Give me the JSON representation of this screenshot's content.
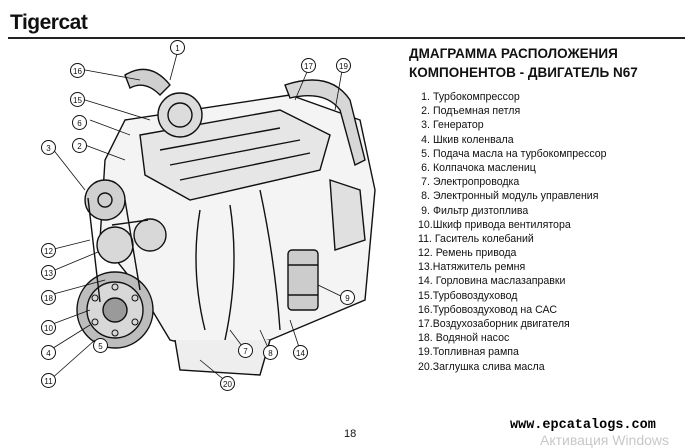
{
  "header": {
    "brand": "Tigercat"
  },
  "title": {
    "line1": "ДМАГРАММА РАСПОЛОЖЕНИЯ",
    "line2": "КОМПОНЕНТОВ - ДВИГАТЕЛЬ N67"
  },
  "legend": [
    {
      "num": "1.",
      "text": "Турбокомпрессор"
    },
    {
      "num": "2.",
      "text": "Подъемная петля"
    },
    {
      "num": "3.",
      "text": "Генератор"
    },
    {
      "num": "4.",
      "text": "Шкив коленвала"
    },
    {
      "num": "5.",
      "text": "Подача масла на турбокомпрессор"
    },
    {
      "num": "6.",
      "text": "Колпачока маслениц"
    },
    {
      "num": "7.",
      "text": "Электропроводка"
    },
    {
      "num": "8.",
      "text": "Электронный модуль управления"
    },
    {
      "num": "9.",
      "text": "Фильтр дизтоплива"
    },
    {
      "num": "10.",
      "text": "Шкиф привода вентилятора"
    },
    {
      "num": "11.",
      "text": "Гаситель колебаний"
    },
    {
      "num": "12.",
      "text": "Ремень привода"
    },
    {
      "num": "13.",
      "text": "Натяжитель ремня"
    },
    {
      "num": "14.",
      "text": "Горловина маслазаправки"
    },
    {
      "num": "15.",
      "text": "Турбовоздуховод"
    },
    {
      "num": "16.",
      "text": "Турбовоздуховод на САС"
    },
    {
      "num": "17.",
      "text": "Воздухозаборник двигателя"
    },
    {
      "num": "18.",
      "text": "Водяной насос"
    },
    {
      "num": "19.",
      "text": "Топливная рампа"
    },
    {
      "num": "20.",
      "text": "Заглушка слива масла"
    }
  ],
  "callouts": [
    "1",
    "16",
    "15",
    "6",
    "3",
    "2",
    "12",
    "13",
    "18",
    "10",
    "4",
    "11",
    "17",
    "19",
    "9",
    "14",
    "8",
    "7",
    "5",
    "20"
  ],
  "footer": {
    "page_number": "18",
    "site": "www.epcatalogs.com",
    "watermark": "Активация Windows"
  }
}
